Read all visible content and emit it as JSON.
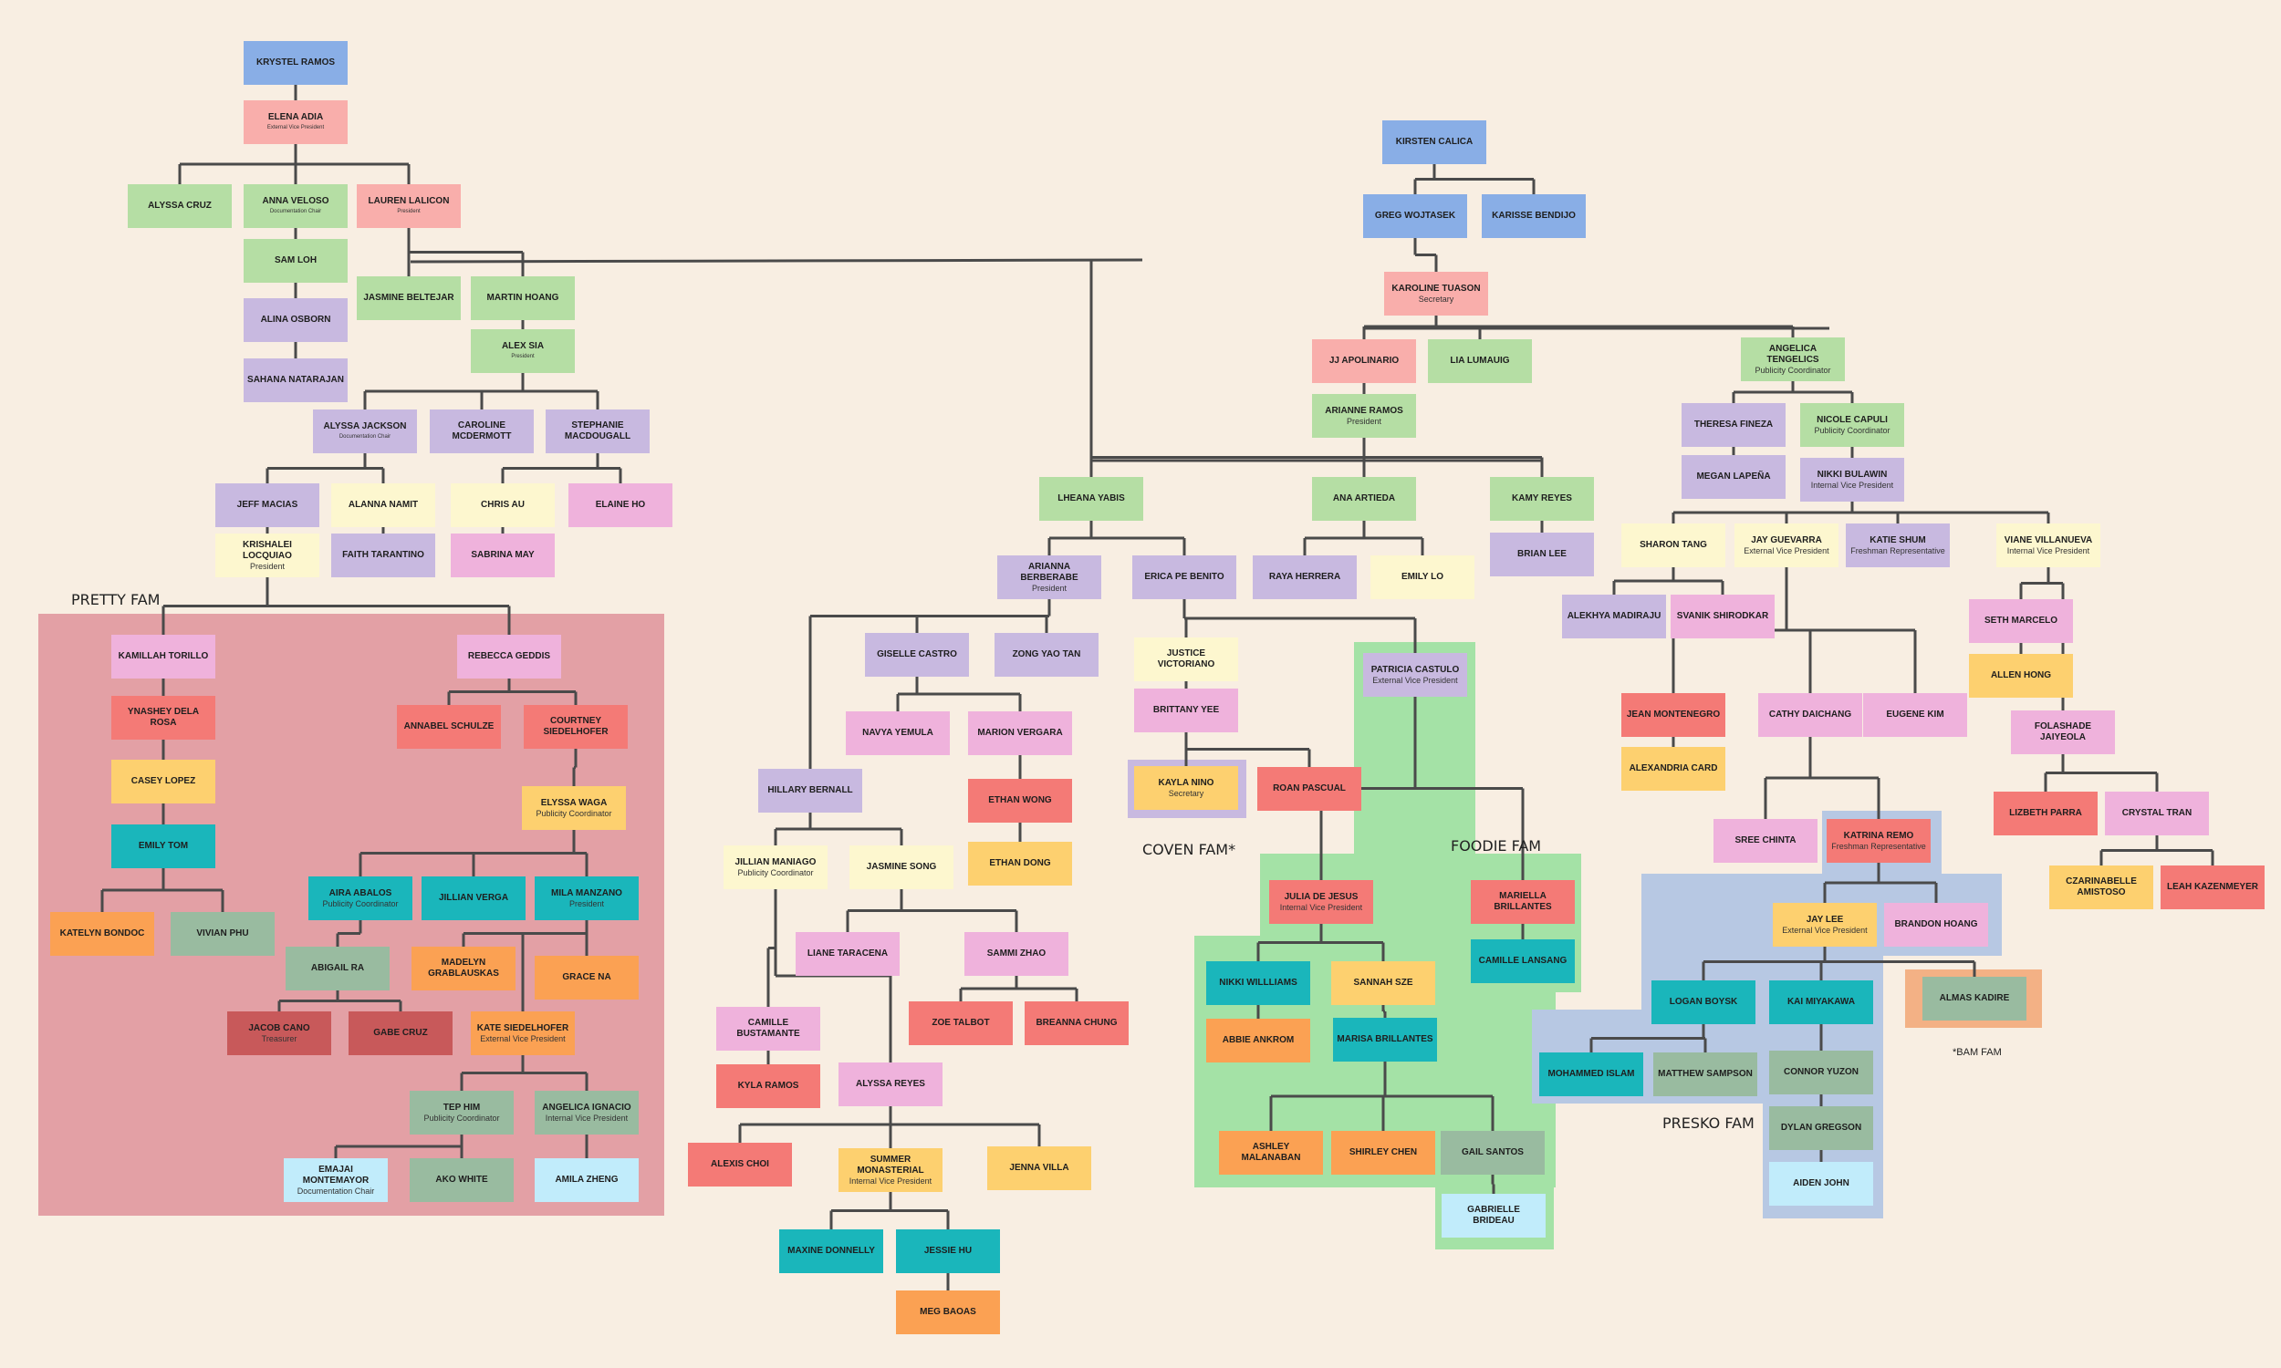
{
  "colors": {
    "blue": "#89aee6",
    "salmon": "#f9aeab",
    "green": "#b5dea4",
    "lavender": "#c8b9e0",
    "cream": "#fdf7cf",
    "pink": "#efb2dc",
    "red": "#f47a76",
    "yellow": "#fdd06f",
    "teal": "#1ab6bb",
    "sage": "#99bba0",
    "orange": "#fba153",
    "lightblue": "#c1ecfb",
    "darkred": "#c8595a",
    "pretty_bg": "#e3a0a5",
    "foodie_bg": "#a4e2a6",
    "presko_bg": "#b7c8e3",
    "bam_bg": "#f3b185",
    "coven_bg": "#c8b9e0",
    "line": "#4a4a4a"
  },
  "families": {
    "pretty": "PRETTY FAM",
    "coven": "COVEN FAM*",
    "foodie": "FOODIE FAM",
    "presko": "PRESKO FAM",
    "bam": "*BAM FAM"
  },
  "nodes": [
    {
      "id": "krystel",
      "name": "KRYSTEL RAMOS",
      "role": "",
      "color": "blue"
    },
    {
      "id": "elena",
      "name": "ELENA ADIA",
      "role": "External Vice President",
      "color": "salmon"
    },
    {
      "id": "alyssa_cruz",
      "name": "ALYSSA CRUZ",
      "role": "",
      "color": "green"
    },
    {
      "id": "anna",
      "name": "ANNA VELOSO",
      "role": "Documentation Chair",
      "color": "green"
    },
    {
      "id": "lauren",
      "name": "LAUREN LALICON",
      "role": "President",
      "color": "salmon"
    },
    {
      "id": "sam",
      "name": "SAM LOH",
      "role": "",
      "color": "green"
    },
    {
      "id": "alina",
      "name": "ALINA OSBORN",
      "role": "",
      "color": "lavender"
    },
    {
      "id": "sahana",
      "name": "SAHANA NATARAJAN",
      "role": "",
      "color": "lavender"
    },
    {
      "id": "jasmine_b",
      "name": "JASMINE BELTEJAR",
      "role": "",
      "color": "green"
    },
    {
      "id": "martin",
      "name": "MARTIN HOANG",
      "role": "",
      "color": "green"
    },
    {
      "id": "alex",
      "name": "ALEX SIA",
      "role": "President",
      "color": "green"
    },
    {
      "id": "alyssa_j",
      "name": "ALYSSA JACKSON",
      "role": "Documentation Chair",
      "color": "lavender"
    },
    {
      "id": "caroline",
      "name": "CAROLINE MCDERMOTT",
      "role": "",
      "color": "lavender"
    },
    {
      "id": "stephanie",
      "name": "STEPHANIE MACDOUGALL",
      "role": "",
      "color": "lavender"
    },
    {
      "id": "jeff",
      "name": "JEFF MACIAS",
      "role": "",
      "color": "lavender"
    },
    {
      "id": "alanna",
      "name": "ALANNA NAMIT",
      "role": "",
      "color": "cream"
    },
    {
      "id": "chris",
      "name": "CHRIS AU",
      "role": "",
      "color": "cream"
    },
    {
      "id": "elaine",
      "name": "ELAINE HO",
      "role": "",
      "color": "pink"
    },
    {
      "id": "krishalei",
      "name": "KRISHALEI LOCQUIAO",
      "role": "President",
      "color": "cream"
    },
    {
      "id": "faith",
      "name": "FAITH TARANTINO",
      "role": "",
      "color": "lavender"
    },
    {
      "id": "sabrina",
      "name": "SABRINA MAY",
      "role": "",
      "color": "pink"
    },
    {
      "id": "kamillah",
      "name": "KAMILLAH TORILLO",
      "role": "",
      "color": "pink"
    },
    {
      "id": "rebecca",
      "name": "REBECCA GEDDIS",
      "role": "",
      "color": "pink"
    },
    {
      "id": "ynashey",
      "name": "YNASHEY DELA ROSA",
      "role": "",
      "color": "red"
    },
    {
      "id": "annabel",
      "name": "ANNABEL SCHULZE",
      "role": "",
      "color": "red"
    },
    {
      "id": "courtney",
      "name": "COURTNEY SIEDELHOFER",
      "role": "",
      "color": "red"
    },
    {
      "id": "casey",
      "name": "CASEY LOPEZ",
      "role": "",
      "color": "yellow"
    },
    {
      "id": "elyssa",
      "name": "ELYSSA WAGA",
      "role": "Publicity Coordinator",
      "color": "yellow"
    },
    {
      "id": "emily_tom",
      "name": "EMILY TOM",
      "role": "",
      "color": "teal"
    },
    {
      "id": "aira",
      "name": "AIRA ABALOS",
      "role": "Publicity Coordinator",
      "color": "teal"
    },
    {
      "id": "jillian_v",
      "name": "JILLIAN VERGA",
      "role": "",
      "color": "teal"
    },
    {
      "id": "mila",
      "name": "MILA MANZANO",
      "role": "President",
      "color": "teal"
    },
    {
      "id": "katelyn",
      "name": "KATELYN BONDOC",
      "role": "",
      "color": "orange"
    },
    {
      "id": "vivian",
      "name": "VIVIAN PHU",
      "role": "",
      "color": "sage"
    },
    {
      "id": "abigail",
      "name": "ABIGAIL RA",
      "role": "",
      "color": "sage"
    },
    {
      "id": "madelyn",
      "name": "MADELYN GRABLAUSKAS",
      "role": "",
      "color": "orange"
    },
    {
      "id": "grace",
      "name": "GRACE NA",
      "role": "",
      "color": "orange"
    },
    {
      "id": "jacob",
      "name": "JACOB CANO",
      "role": "Treasurer",
      "color": "darkred"
    },
    {
      "id": "gabe",
      "name": "GABE CRUZ",
      "role": "",
      "color": "darkred"
    },
    {
      "id": "kate",
      "name": "KATE SIEDELHOFER",
      "role": "External Vice President",
      "color": "orange"
    },
    {
      "id": "tep",
      "name": "TEP HIM",
      "role": "Publicity Coordinator",
      "color": "sage"
    },
    {
      "id": "angelica_i",
      "name": "ANGELICA IGNACIO",
      "role": "Internal Vice President",
      "color": "sage"
    },
    {
      "id": "emajai",
      "name": "EMAJAI MONTEMAYOR",
      "role": "Documentation Chair",
      "color": "lightblue"
    },
    {
      "id": "ako",
      "name": "AKO WHITE",
      "role": "",
      "color": "sage"
    },
    {
      "id": "amila",
      "name": "AMILA ZHENG",
      "role": "",
      "color": "lightblue"
    },
    {
      "id": "lheana",
      "name": "LHEANA YABIS",
      "role": "",
      "color": "green"
    },
    {
      "id": "arianna_b",
      "name": "ARIANNA BERBERABE",
      "role": "President",
      "color": "lavender"
    },
    {
      "id": "erica",
      "name": "ERICA PE BENITO",
      "role": "",
      "color": "lavender"
    },
    {
      "id": "giselle",
      "name": "GISELLE CASTRO",
      "role": "",
      "color": "lavender"
    },
    {
      "id": "zong",
      "name": "ZONG YAO TAN",
      "role": "",
      "color": "lavender"
    },
    {
      "id": "navya",
      "name": "NAVYA YEMULA",
      "role": "",
      "color": "pink"
    },
    {
      "id": "marion",
      "name": "MARION VERGARA",
      "role": "",
      "color": "pink"
    },
    {
      "id": "hillary",
      "name": "HILLARY BERNALL",
      "role": "",
      "color": "lavender"
    },
    {
      "id": "ethan_w",
      "name": "ETHAN WONG",
      "role": "",
      "color": "red"
    },
    {
      "id": "ethan_d",
      "name": "ETHAN DONG",
      "role": "",
      "color": "yellow"
    },
    {
      "id": "jillian_m",
      "name": "JILLIAN MANIAGO",
      "role": "Publicity Coordinator",
      "color": "cream"
    },
    {
      "id": "jasmine_s",
      "name": "JASMINE SONG",
      "role": "",
      "color": "cream"
    },
    {
      "id": "liane",
      "name": "LIANE TARACENA",
      "role": "",
      "color": "pink"
    },
    {
      "id": "sammi",
      "name": "SAMMI ZHAO",
      "role": "",
      "color": "pink"
    },
    {
      "id": "zoe",
      "name": "ZOE TALBOT",
      "role": "",
      "color": "red"
    },
    {
      "id": "breanna",
      "name": "BREANNA CHUNG",
      "role": "",
      "color": "red"
    },
    {
      "id": "camille_b",
      "name": "CAMILLE BUSTAMANTE",
      "role": "",
      "color": "pink"
    },
    {
      "id": "kyla",
      "name": "KYLA RAMOS",
      "role": "",
      "color": "red"
    },
    {
      "id": "alyssa_r",
      "name": "ALYSSA REYES",
      "role": "",
      "color": "pink"
    },
    {
      "id": "alexis",
      "name": "ALEXIS CHOI",
      "role": "",
      "color": "red"
    },
    {
      "id": "summer",
      "name": "SUMMER MONASTERIAL",
      "role": "Internal Vice President",
      "color": "yellow"
    },
    {
      "id": "jenna",
      "name": "JENNA VILLA",
      "role": "",
      "color": "yellow"
    },
    {
      "id": "maxine",
      "name": "MAXINE DONNELLY",
      "role": "",
      "color": "teal"
    },
    {
      "id": "jessie",
      "name": "JESSIE HU",
      "role": "",
      "color": "teal"
    },
    {
      "id": "meg",
      "name": "MEG BAOAS",
      "role": "",
      "color": "orange"
    },
    {
      "id": "justice",
      "name": "JUSTICE VICTORIANO",
      "role": "",
      "color": "cream"
    },
    {
      "id": "brittany",
      "name": "BRITTANY YEE",
      "role": "",
      "color": "pink"
    },
    {
      "id": "kayla",
      "name": "KAYLA NINO",
      "role": "Secretary",
      "color": "yellow"
    },
    {
      "id": "roan",
      "name": "ROAN PASCUAL",
      "role": "",
      "color": "red"
    },
    {
      "id": "patricia",
      "name": "PATRICIA CASTULO",
      "role": "External Vice President",
      "color": "lavender"
    },
    {
      "id": "julia",
      "name": "JULIA DE JESUS",
      "role": "Internal Vice President",
      "color": "red"
    },
    {
      "id": "mariella",
      "name": "MARIELLA BRILLANTES",
      "role": "",
      "color": "red"
    },
    {
      "id": "camille_l",
      "name": "CAMILLE LANSANG",
      "role": "",
      "color": "teal"
    },
    {
      "id": "nikki_w",
      "name": "NIKKI WILLLIAMS",
      "role": "",
      "color": "teal"
    },
    {
      "id": "sannah",
      "name": "SANNAH SZE",
      "role": "",
      "color": "yellow"
    },
    {
      "id": "abbie",
      "name": "ABBIE ANKROM",
      "role": "",
      "color": "orange"
    },
    {
      "id": "marisa",
      "name": "MARISA BRILLANTES",
      "role": "",
      "color": "teal"
    },
    {
      "id": "ashley",
      "name": "ASHLEY MALANABAN",
      "role": "",
      "color": "orange"
    },
    {
      "id": "shirley",
      "name": "SHIRLEY CHEN",
      "role": "",
      "color": "orange"
    },
    {
      "id": "gail",
      "name": "GAIL SANTOS",
      "role": "",
      "color": "sage"
    },
    {
      "id": "gabrielle",
      "name": "GABRIELLE BRIDEAU",
      "role": "",
      "color": "lightblue"
    },
    {
      "id": "kirsten",
      "name": "KIRSTEN CALICA",
      "role": "",
      "color": "blue"
    },
    {
      "id": "greg",
      "name": "GREG WOJTASEK",
      "role": "",
      "color": "blue"
    },
    {
      "id": "karisse",
      "name": "KARISSE BENDIJO",
      "role": "",
      "color": "blue"
    },
    {
      "id": "karoline",
      "name": "KAROLINE TUASON",
      "role": "Secretary",
      "color": "salmon"
    },
    {
      "id": "jj",
      "name": "JJ APOLINARIO",
      "role": "",
      "color": "salmon"
    },
    {
      "id": "lia",
      "name": "LIA LUMAUIG",
      "role": "",
      "color": "green"
    },
    {
      "id": "angelica_t",
      "name": "ANGELICA TENGELICS",
      "role": "Publicity Coordinator",
      "color": "green"
    },
    {
      "id": "arianne",
      "name": "ARIANNE RAMOS",
      "role": "President",
      "color": "green"
    },
    {
      "id": "theresa",
      "name": "THERESA FINEZA",
      "role": "",
      "color": "lavender"
    },
    {
      "id": "nicole",
      "name": "NICOLE CAPULI",
      "role": "Publicity Coordinator",
      "color": "green"
    },
    {
      "id": "megan",
      "name": "MEGAN LAPEÑA",
      "role": "",
      "color": "lavender"
    },
    {
      "id": "nikki_b",
      "name": "NIKKI BULAWIN",
      "role": "Internal Vice President",
      "color": "lavender"
    },
    {
      "id": "ana",
      "name": "ANA ARTIEDA",
      "role": "",
      "color": "green"
    },
    {
      "id": "kamy",
      "name": "KAMY REYES",
      "role": "",
      "color": "green"
    },
    {
      "id": "raya",
      "name": "RAYA HERRERA",
      "role": "",
      "color": "lavender"
    },
    {
      "id": "emily_lo",
      "name": "EMILY LO",
      "role": "",
      "color": "cream"
    },
    {
      "id": "brian",
      "name": "BRIAN LEE",
      "role": "",
      "color": "lavender"
    },
    {
      "id": "sharon",
      "name": "SHARON TANG",
      "role": "",
      "color": "cream"
    },
    {
      "id": "jay_g",
      "name": "JAY GUEVARRA",
      "role": "External Vice President",
      "color": "cream"
    },
    {
      "id": "katie",
      "name": "KATIE SHUM",
      "role": "Freshman Representative",
      "color": "lavender"
    },
    {
      "id": "viane",
      "name": "VIANE VILLANUEVA",
      "role": "Internal Vice President",
      "color": "cream"
    },
    {
      "id": "alekhya",
      "name": "ALEKHYA MADIRAJU",
      "role": "",
      "color": "lavender"
    },
    {
      "id": "svanik",
      "name": "SVANIK SHIRODKAR",
      "role": "",
      "color": "pink"
    },
    {
      "id": "seth",
      "name": "SETH MARCELO",
      "role": "",
      "color": "pink"
    },
    {
      "id": "allen",
      "name": "ALLEN HONG",
      "role": "",
      "color": "yellow"
    },
    {
      "id": "jean",
      "name": "JEAN MONTENEGRO",
      "role": "",
      "color": "red"
    },
    {
      "id": "cathy",
      "name": "CATHY DAICHANG",
      "role": "",
      "color": "pink"
    },
    {
      "id": "eugene",
      "name": "EUGENE KIM",
      "role": "",
      "color": "pink"
    },
    {
      "id": "folashade",
      "name": "FOLASHADE JAIYEOLA",
      "role": "",
      "color": "pink"
    },
    {
      "id": "alexandria",
      "name": "ALEXANDRIA CARD",
      "role": "",
      "color": "yellow"
    },
    {
      "id": "sree",
      "name": "SREE CHINTA",
      "role": "",
      "color": "pink"
    },
    {
      "id": "katrina",
      "name": "KATRINA REMO",
      "role": "Freshman Representative",
      "color": "red"
    },
    {
      "id": "lizbeth",
      "name": "LIZBETH PARRA",
      "role": "",
      "color": "red"
    },
    {
      "id": "crystal",
      "name": "CRYSTAL TRAN",
      "role": "",
      "color": "pink"
    },
    {
      "id": "jay_lee",
      "name": "JAY LEE",
      "role": "External Vice President",
      "color": "yellow"
    },
    {
      "id": "brandon",
      "name": "BRANDON HOANG",
      "role": "",
      "color": "pink"
    },
    {
      "id": "czarinabelle",
      "name": "CZARINABELLE AMISTOSO",
      "role": "",
      "color": "yellow"
    },
    {
      "id": "leah",
      "name": "LEAH KAZENMEYER",
      "role": "",
      "color": "red"
    },
    {
      "id": "logan",
      "name": "LOGAN BOYSK",
      "role": "",
      "color": "teal"
    },
    {
      "id": "kai",
      "name": "KAI MIYAKAWA",
      "role": "",
      "color": "teal"
    },
    {
      "id": "almas",
      "name": "ALMAS KADIRE",
      "role": "",
      "color": "sage"
    },
    {
      "id": "mohammed",
      "name": "MOHAMMED ISLAM",
      "role": "",
      "color": "teal"
    },
    {
      "id": "matthew",
      "name": "MATTHEW SAMPSON",
      "role": "",
      "color": "sage"
    },
    {
      "id": "connor",
      "name": "CONNOR YUZON",
      "role": "",
      "color": "sage"
    },
    {
      "id": "dylan",
      "name": "DYLAN GREGSON",
      "role": "",
      "color": "sage"
    },
    {
      "id": "aiden",
      "name": "AIDEN JOHN",
      "role": "",
      "color": "lightblue"
    }
  ]
}
